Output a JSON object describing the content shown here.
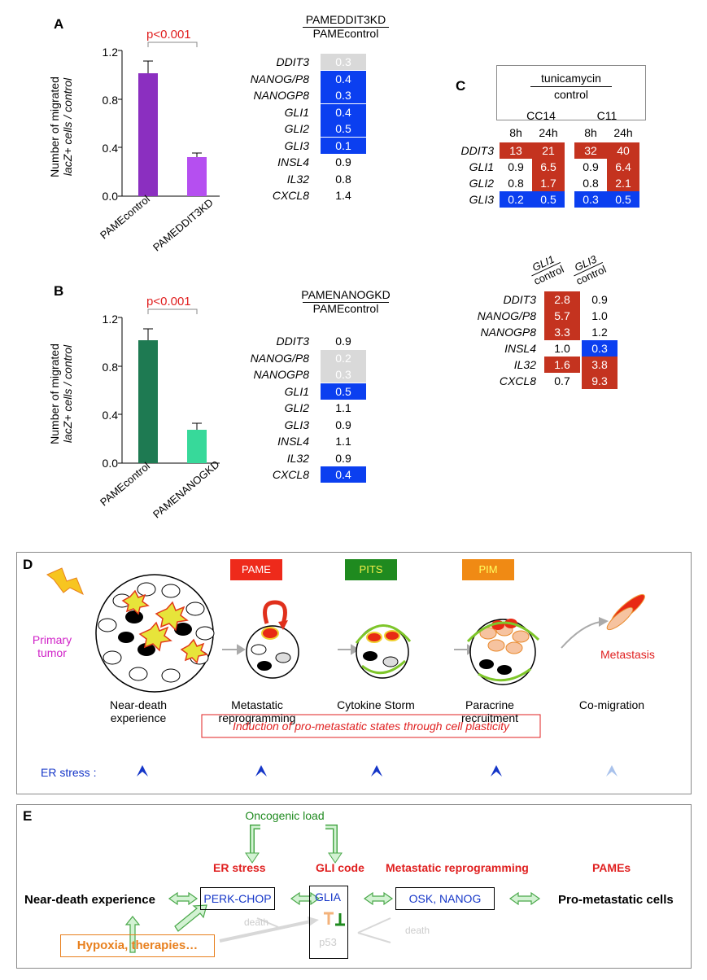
{
  "panelA": {
    "label": "A",
    "ylabel_line1": "Number of migrated",
    "ylabel_line2": "lacZ+ cells / control",
    "yticks": [
      "1.2",
      "0.8",
      "0.4",
      "0.0"
    ],
    "pvalue": "p<0.001",
    "cat1": "PAMEcontrol",
    "cat2": "PAMEDDIT3KD",
    "ratio_top": "PAMEDDIT3KD",
    "ratio_bottom": "PAMEcontrol",
    "genes": [
      "DDIT3",
      "NANOG/P8",
      "NANOGP8",
      "GLI1",
      "GLI2",
      "GLI3",
      "INSL4",
      "IL32",
      "CXCL8"
    ],
    "values": [
      "0.3",
      "0.4",
      "0.3",
      "0.4",
      "0.5",
      "0.1",
      "0.9",
      "0.8",
      "1.4"
    ]
  },
  "panelB": {
    "label": "B",
    "ylabel_line1": "Number of migrated",
    "ylabel_line2": "lacZ+ cells / control",
    "yticks": [
      "1.2",
      "0.8",
      "0.4",
      "0.0"
    ],
    "pvalue": "p<0.001",
    "cat1": "PAMEcontrol",
    "cat2": "PAMENANOGKD",
    "ratio_top": "PAMENANOGKD",
    "ratio_bottom": "PAMEcontrol",
    "genes": [
      "DDIT3",
      "NANOG/P8",
      "NANOGP8",
      "GLI1",
      "GLI2",
      "GLI3",
      "INSL4",
      "IL32",
      "CXCL8"
    ],
    "values": [
      "0.9",
      "0.2",
      "0.3",
      "0.5",
      "1.1",
      "0.9",
      "1.1",
      "0.9",
      "0.4"
    ]
  },
  "panelC": {
    "label": "C",
    "header_top": "tunicamycin",
    "header_bottom": "control",
    "group1": "CC14",
    "group2": "C11",
    "time1": "8h",
    "time2": "24h",
    "genes": [
      "DDIT3",
      "GLI1",
      "GLI2",
      "GLI3"
    ],
    "rows": [
      [
        "13",
        "21",
        "32",
        "40"
      ],
      [
        "0.9",
        "6.5",
        "0.9",
        "6.4"
      ],
      [
        "0.8",
        "1.7",
        "0.8",
        "2.1"
      ],
      [
        "0.2",
        "0.5",
        "0.3",
        "0.5"
      ]
    ],
    "col1_top": "GLI1",
    "col1_bottom": "control",
    "col2_top": "GLI3",
    "col2_bottom": "control",
    "genes2": [
      "DDIT3",
      "NANOG/P8",
      "NANOGP8",
      "INSL4",
      "IL32",
      "CXCL8"
    ],
    "rows2": [
      [
        "2.8",
        "0.9"
      ],
      [
        "5.7",
        "1.0"
      ],
      [
        "3.3",
        "1.2"
      ],
      [
        "1.0",
        "0.3"
      ],
      [
        "1.6",
        "3.8"
      ],
      [
        "0.7",
        "9.3"
      ]
    ]
  },
  "panelD": {
    "label": "D",
    "primary": "Primary tumor",
    "tag1": "PAME",
    "tag2": "PITS",
    "tag3": "PIM",
    "metastasis": "Metastasis",
    "stage1": "Near-death experience",
    "stage2": "Metastatic reprogramming",
    "stage3": "Cytokine Storm",
    "stage4": "Paracrine recruitment",
    "stage5": "Co-migration",
    "induction": "Induction of pro-metastatic states through cell plasticity",
    "er": "ER stress :",
    "colors": {
      "pame": "#ee2a1b",
      "pits": "#1f8a1f",
      "pim": "#f08a14",
      "blue": "#1536c8"
    }
  },
  "panelE": {
    "label": "E",
    "oncogenic": "Oncogenic load",
    "er_stress": "ER stress",
    "gli_code": "GLI code",
    "met_reprog": "Metastatic reprogramming",
    "pames": "PAMEs",
    "near_death": "Near-death experience",
    "perk": "PERK-CHOP",
    "gli_a": "GLIA",
    "p53": "p53",
    "osk": "OSK,  NANOG",
    "pro_met": "Pro-metastatic cells",
    "death1": "death",
    "death2": "death",
    "hypoxia": "Hypoxia, therapies…"
  }
}
